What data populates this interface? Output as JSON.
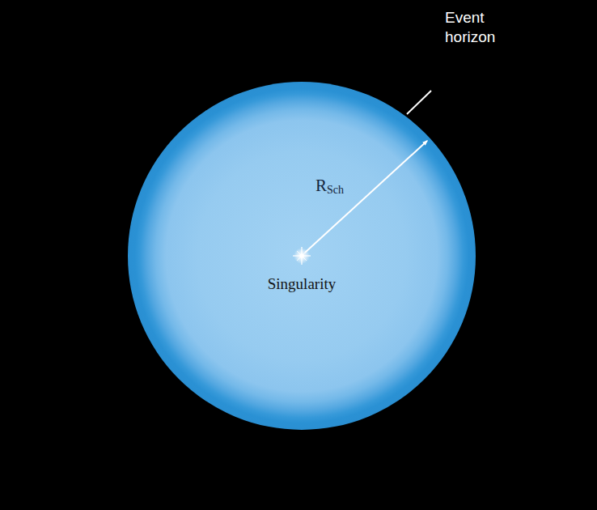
{
  "diagram": {
    "nodes": [
      {
        "text": [
          "R",
          "Sch",
          "Singularity"
        ]
      }
    ],
    "labels": [
      "Event horizon"
    ]
  }
}
